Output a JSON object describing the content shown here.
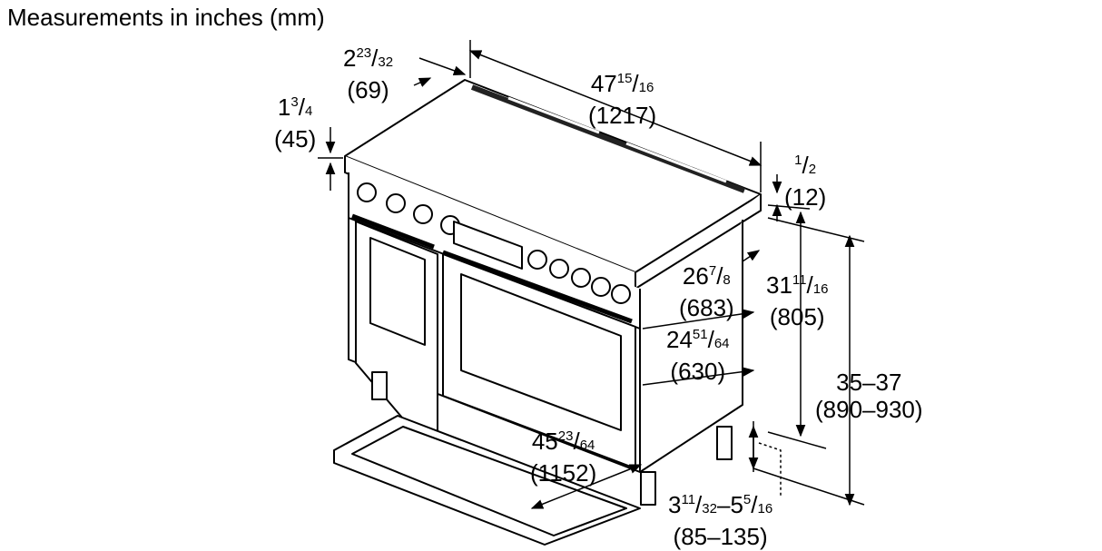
{
  "title": "Measurements in inches (mm)",
  "dimensions": {
    "back_offset": {
      "whole": "2",
      "num": "23",
      "den": "32",
      "mm": "(69)"
    },
    "width": {
      "whole": "47",
      "num": "15",
      "den": "16",
      "mm": "(1217)"
    },
    "top_thickness": {
      "whole": "1",
      "num": "3",
      "den": "4",
      "mm": "(45)"
    },
    "backguard": {
      "whole": "",
      "num": "1",
      "den": "2",
      "mm": "(12)"
    },
    "oven_height": {
      "whole": "26",
      "num": "7",
      "den": "8",
      "mm": "(683)"
    },
    "body_height": {
      "whole": "31",
      "num": "11",
      "den": "16",
      "mm": "(805)"
    },
    "door_height": {
      "whole": "24",
      "num": "51",
      "den": "64",
      "mm": "(630)"
    },
    "total_height": {
      "text": "35–37",
      "mm": "(890–930)"
    },
    "door_open_depth": {
      "whole": "45",
      "num": "23",
      "den": "64",
      "mm": "(1152)"
    },
    "leg_height": {
      "whole1": "3",
      "num1": "11",
      "den1": "32",
      "sep": "–",
      "whole2": "5",
      "num2": "5",
      "den2": "16",
      "mm": "(85–135)"
    }
  }
}
